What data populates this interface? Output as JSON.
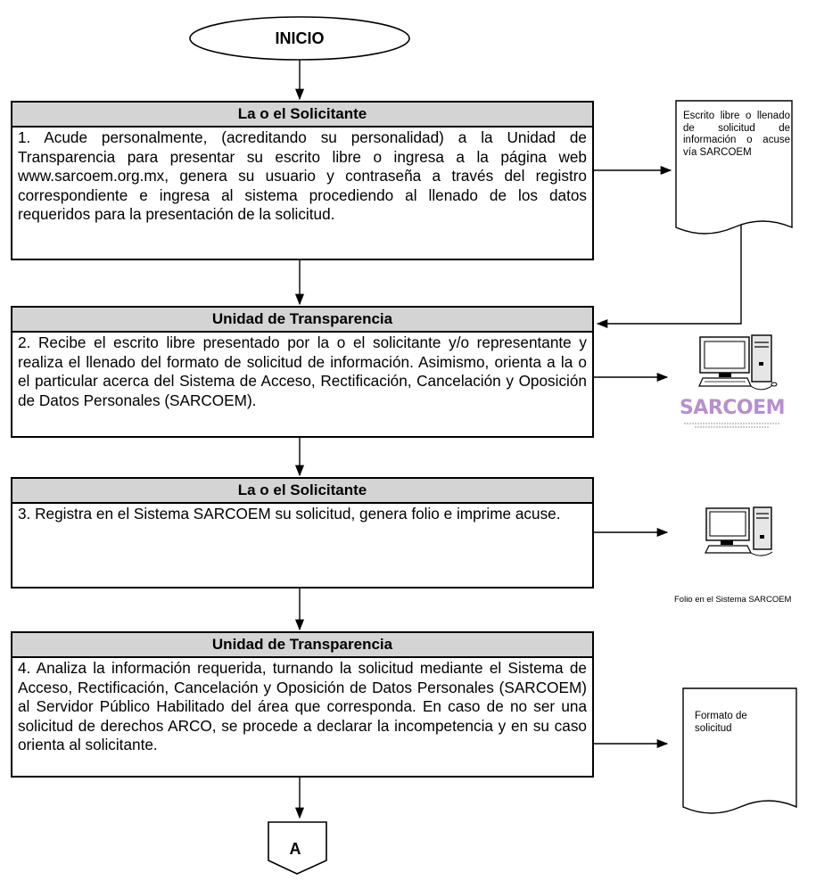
{
  "start": {
    "label": "INICIO"
  },
  "steps": [
    {
      "actor": "La o el Solicitante",
      "text": "1. Acude personalmente, (acreditando su personalidad) a la Unidad de Transparencia para presentar su escrito libre o ingresa a la página web www.sarcoem.org.mx, genera su usuario y contraseña a través del registro correspondiente e ingresa al sistema procediendo al llenado de los datos requeridos para la presentación de la solicitud.",
      "output": {
        "kind": "document",
        "label": "Escrito libre o llenado de solicitud de información o acuse vía SARCOEM"
      }
    },
    {
      "actor": "Unidad de Transparencia",
      "text": "2. Recibe el escrito libre presentado por la o el solicitante y/o representante y realiza el llenado del formato de solicitud de información. Asimismo, orienta a la o el particular acerca del Sistema de Acceso, Rectificación, Cancelación y Oposición de Datos Personales (SARCOEM).",
      "output": {
        "kind": "computer",
        "label": "SARCOEM",
        "brand_color": "#b78fd0"
      }
    },
    {
      "actor": "La o el Solicitante",
      "text": "3. Registra en el Sistema SARCOEM su solicitud, genera folio e imprime acuse.",
      "output": {
        "kind": "computer",
        "label": "Folio en el Sistema SARCOEM"
      }
    },
    {
      "actor": "Unidad de Transparencia",
      "text": "4. Analiza la información requerida, turnando la solicitud mediante el Sistema de Acceso, Rectificación, Cancelación y Oposición de Datos Personales (SARCOEM) al Servidor Público Habilitado del área que corresponda. En caso de no ser una solicitud de derechos ARCO, se procede a declarar la incompetencia y en su caso orienta al solicitante.",
      "output": {
        "kind": "document",
        "label": "Formato de solicitud"
      }
    }
  ],
  "connector": {
    "label": "A"
  },
  "colors": {
    "header_fill": "#d4d4d4",
    "stroke": "#000000",
    "brand": "#b78fd0"
  }
}
